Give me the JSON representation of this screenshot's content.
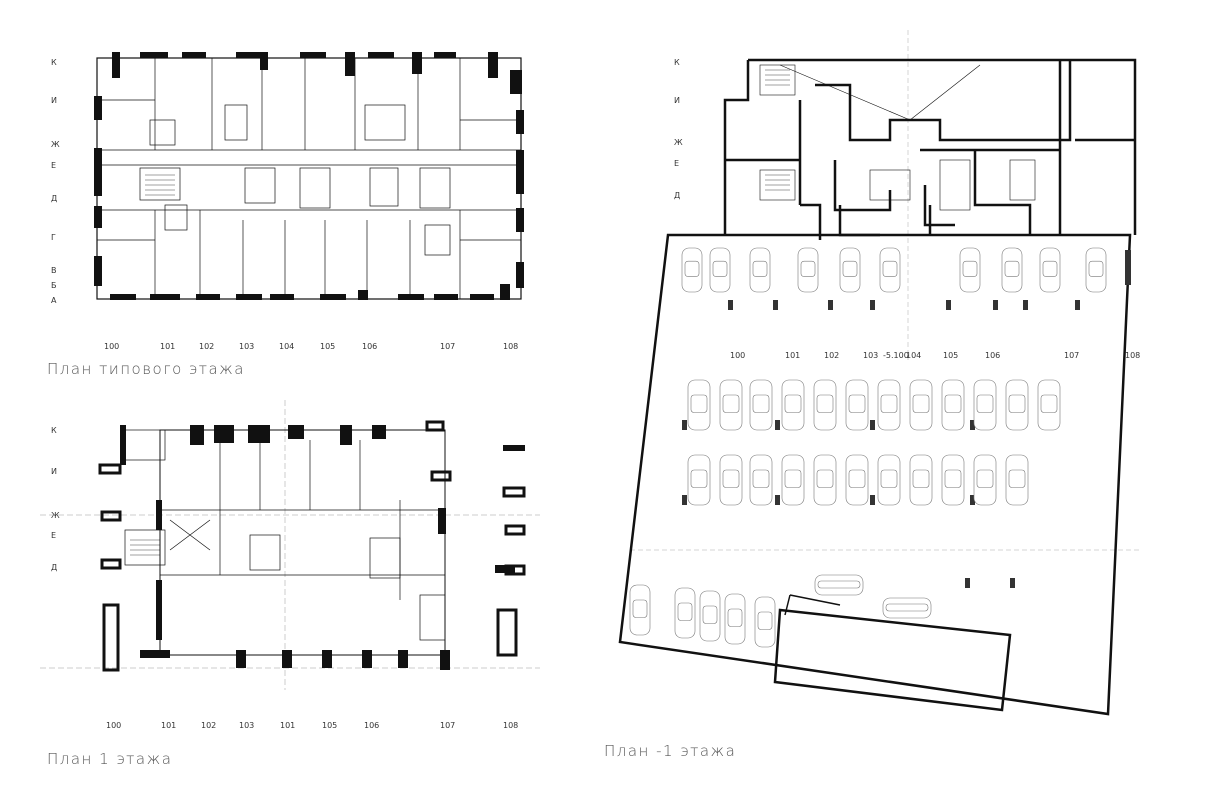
{
  "captions": {
    "typical": "План типового этажа",
    "first": "План 1 этажа",
    "basement": "План -1 этажа"
  },
  "typical_plan": {
    "rows": [
      "К",
      "И",
      "Ж",
      "Е",
      "Д",
      "Г",
      "В",
      "Б",
      "А"
    ],
    "cols": [
      "100",
      "101",
      "102",
      "103",
      "104",
      "105",
      "106",
      "107",
      "108"
    ]
  },
  "first_plan": {
    "rows": [
      "К",
      "И",
      "Ж",
      "Е",
      "Д"
    ],
    "cols": [
      "100",
      "101",
      "102",
      "103",
      "101",
      "105",
      "106",
      "107",
      "108"
    ]
  },
  "basement_plan": {
    "rows": [
      "К",
      "И",
      "Ж",
      "Е",
      "Д"
    ],
    "cols": [
      "100",
      "101",
      "102",
      "103",
      "104",
      "105",
      "106",
      "107",
      "108"
    ],
    "cols_extra": [
      "-5.100"
    ]
  }
}
